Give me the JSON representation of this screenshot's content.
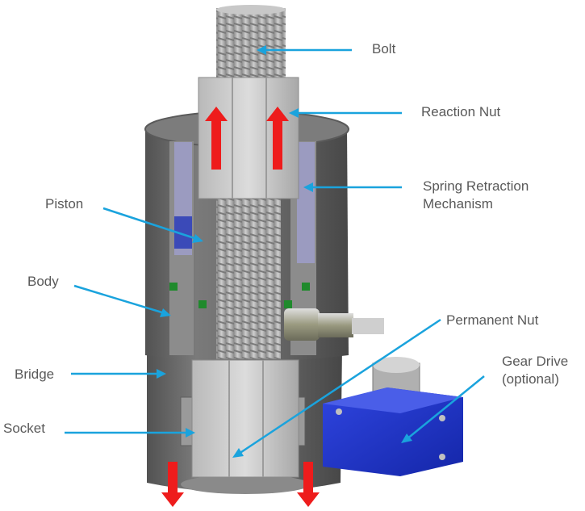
{
  "labels": {
    "bolt": "Bolt",
    "reaction_nut": "Reaction Nut",
    "spring_retraction": "Spring Retraction\nMechanism",
    "piston": "Piston",
    "body": "Body",
    "bridge": "Bridge",
    "socket": "Socket",
    "permanent_nut": "Permanent Nut",
    "gear_drive": "Gear Drive\n(optional)"
  },
  "colors": {
    "leader": "#1aa3dd",
    "force_arrow": "#ee1c1c",
    "label_text": "#595959",
    "housing": "#6d6d6d",
    "housing_dark": "#4e4e4e",
    "bolt": "#b4b4b4",
    "nut": "#c9c9c9",
    "gear_drive": "#1f33c8",
    "spring": "#5a5fc8",
    "seal": "#1f8a2c"
  },
  "icons": {
    "force_arrows": "arrow-up-icon",
    "reaction_arrows": "arrow-down-icon"
  }
}
